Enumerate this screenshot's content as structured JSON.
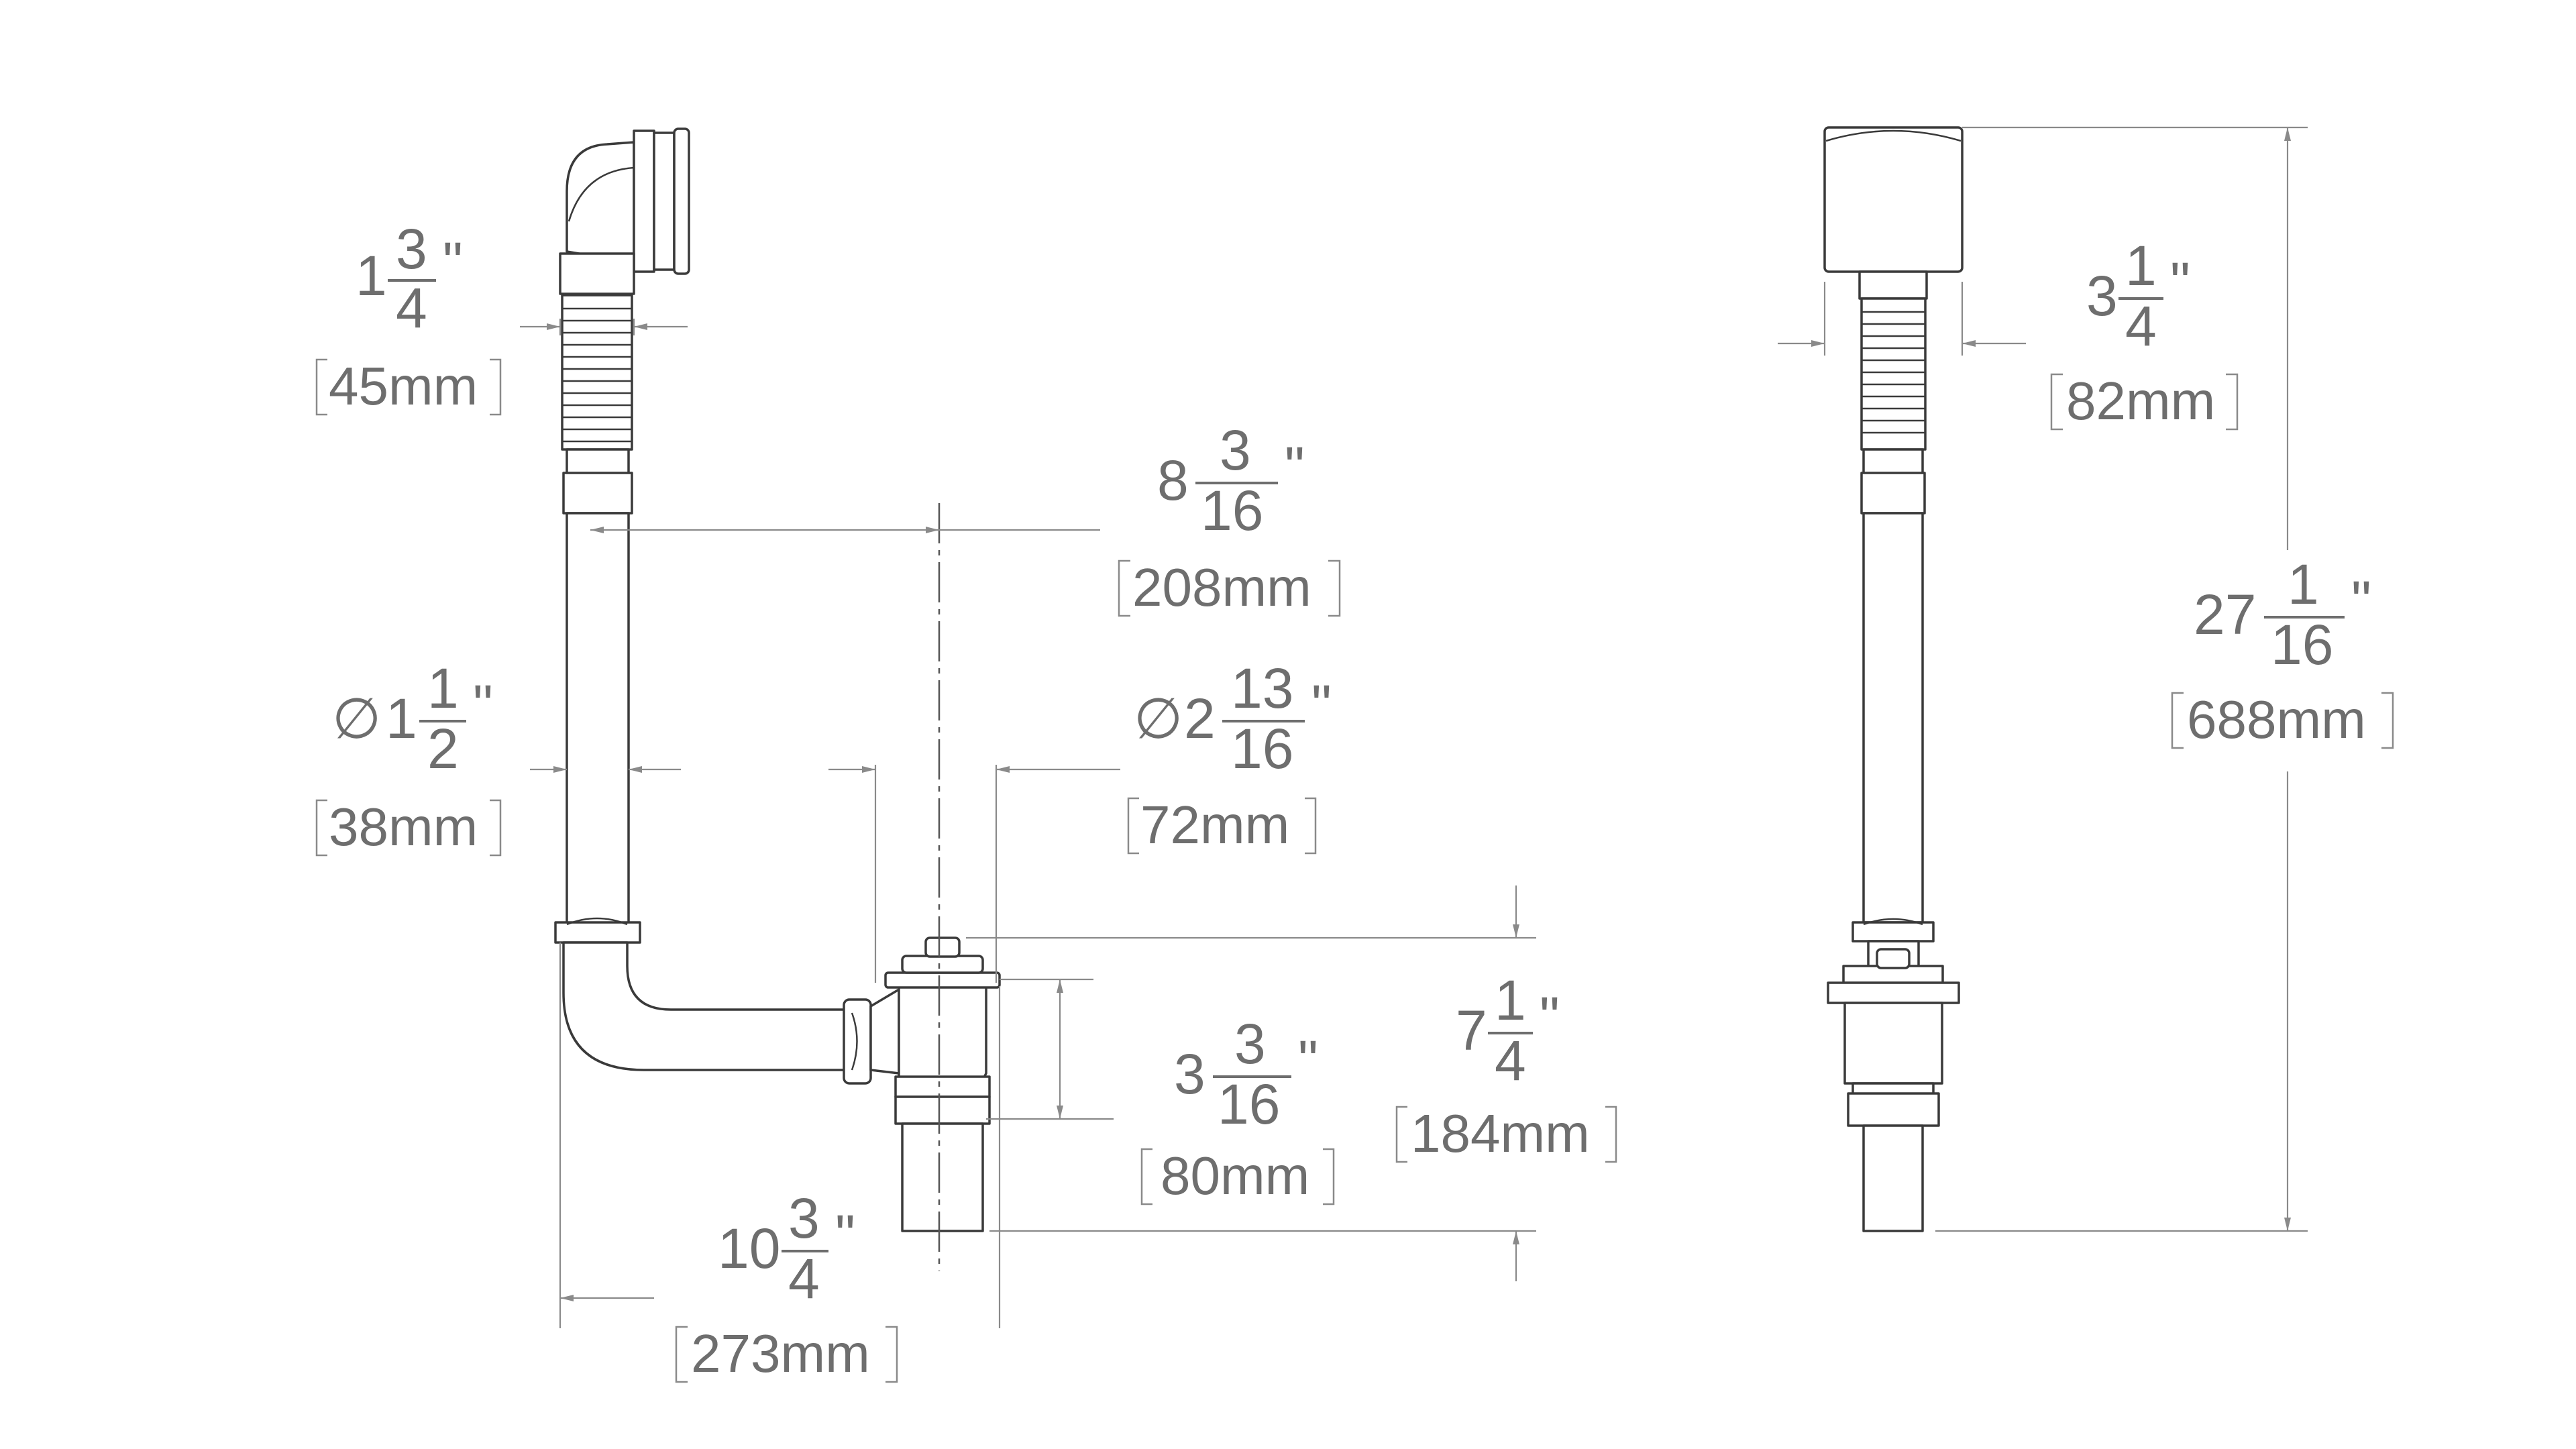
{
  "dimensions": {
    "overflow_width": {
      "whole": "1",
      "num": "3",
      "den": "4",
      "unit": "\"",
      "metric": "45mm"
    },
    "overflow_face": {
      "whole": "3",
      "num": "1",
      "den": "4",
      "unit": "\"",
      "metric": "82mm"
    },
    "offset_width": {
      "whole": "8",
      "num": "3",
      "den": "16",
      "unit": "\"",
      "metric": "208mm"
    },
    "pipe_diameter": {
      "symbol": "∅",
      "whole": "1",
      "num": "1",
      "den": "2",
      "unit": "\"",
      "metric": "38mm"
    },
    "drain_diameter": {
      "symbol": "∅",
      "whole": "2",
      "num": "13",
      "den": "16",
      "unit": "\"",
      "metric": "72mm"
    },
    "tee_height": {
      "whole": "3",
      "num": "3",
      "den": "16",
      "unit": "\"",
      "metric": "80mm"
    },
    "drain_height": {
      "whole": "7",
      "num": "1",
      "den": "4",
      "unit": "\"",
      "metric": "184mm"
    },
    "overall_width": {
      "whole": "10",
      "num": "3",
      "den": "4",
      "unit": "\"",
      "metric": "273mm"
    },
    "overall_height": {
      "whole": "27",
      "num": "1",
      "den": "16",
      "unit": "\"",
      "metric": "688mm"
    }
  },
  "colors": {
    "line": "#3a3a3a",
    "dimension": "#8a8a8a",
    "text": "#6e6e6e"
  }
}
